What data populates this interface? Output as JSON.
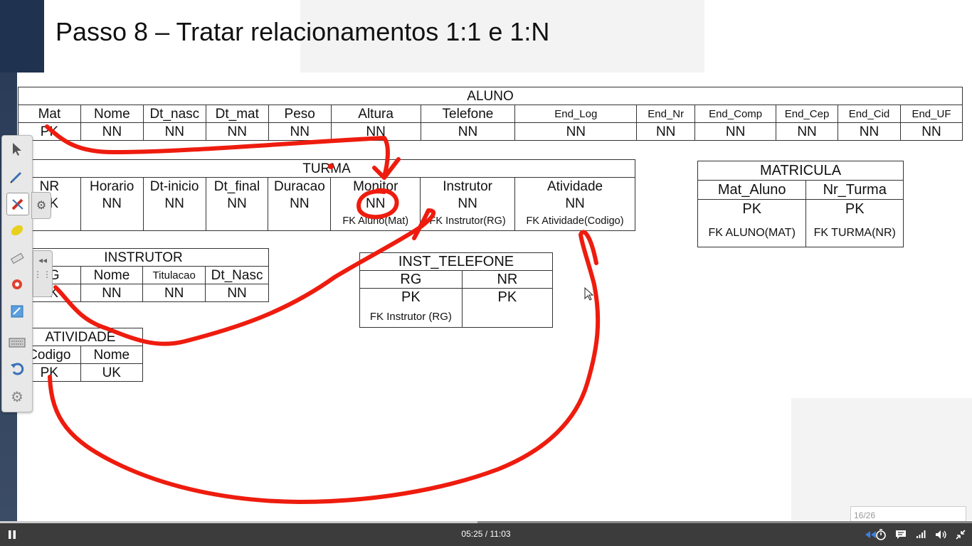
{
  "slide": {
    "title": "Passo 8 – Tratar relacionamentos 1:1 e 1:N"
  },
  "aluno": {
    "name": "ALUNO",
    "columns": [
      "Mat",
      "Nome",
      "Dt_nasc",
      "Dt_mat",
      "Peso",
      "Altura",
      "Telefone",
      "End_Log",
      "End_Nr",
      "End_Comp",
      "End_Cep",
      "End_Cid",
      "End_UF"
    ],
    "constraints": [
      "PK",
      "NN",
      "NN",
      "NN",
      "NN",
      "NN",
      "NN",
      "NN",
      "NN",
      "NN",
      "NN",
      "NN",
      "NN"
    ]
  },
  "turma": {
    "name": "TURMA",
    "columns": [
      "NR",
      "Horario",
      "Dt-inicio",
      "Dt_final",
      "Duracao",
      "Monitor",
      "Instrutor",
      "Atividade"
    ],
    "constraints": [
      "PK",
      "NN",
      "NN",
      "NN",
      "NN",
      "NN",
      "NN",
      "NN"
    ],
    "fks": [
      "",
      "",
      "",
      "",
      "",
      "FK Aluno(Mat)",
      "FK Instrutor(RG)",
      "FK Atividade(Codigo)"
    ]
  },
  "matricula": {
    "name": "MATRICULA",
    "columns": [
      "Mat_Aluno",
      "Nr_Turma"
    ],
    "constraints": [
      "PK",
      "PK"
    ],
    "fks": [
      "FK ALUNO(MAT)",
      "FK TURMA(NR)"
    ]
  },
  "instrutor": {
    "name": "INSTRUTOR",
    "columns": [
      "RG",
      "Nome",
      "Titulacao",
      "Dt_Nasc"
    ],
    "constraints": [
      "PK",
      "NN",
      "NN",
      "NN"
    ]
  },
  "inst_telefone": {
    "name": "INST_TELEFONE",
    "columns": [
      "RG",
      "NR"
    ],
    "constraints": [
      "PK",
      "PK"
    ],
    "fks": [
      "FK Instrutor (RG)",
      ""
    ]
  },
  "atividade": {
    "name": "ATIVIDADE",
    "columns": [
      "Codigo",
      "Nome"
    ],
    "constraints": [
      "PK",
      "UK"
    ]
  },
  "player": {
    "time": "05:25 / 11:03",
    "page_indicator": "16/26",
    "progress_fraction": 0.491
  },
  "colors": {
    "ink": "#ee1c0e",
    "player_bg": "#3c3c3c",
    "slide_accent": "#1f3350"
  },
  "icons": {
    "toolbar": [
      "cursor-arrow-icon",
      "pen-icon",
      "marker-icon",
      "highlighter-icon",
      "eraser-icon",
      "laser-pointer-icon",
      "whiteboard-icon",
      "keyboard-icon",
      "undo-icon",
      "settings-icon"
    ],
    "player": [
      "pause-icon",
      "rewind-icon",
      "timer-icon",
      "captions-icon",
      "signal-icon",
      "volume-icon",
      "fullscreen-exit-icon"
    ]
  }
}
